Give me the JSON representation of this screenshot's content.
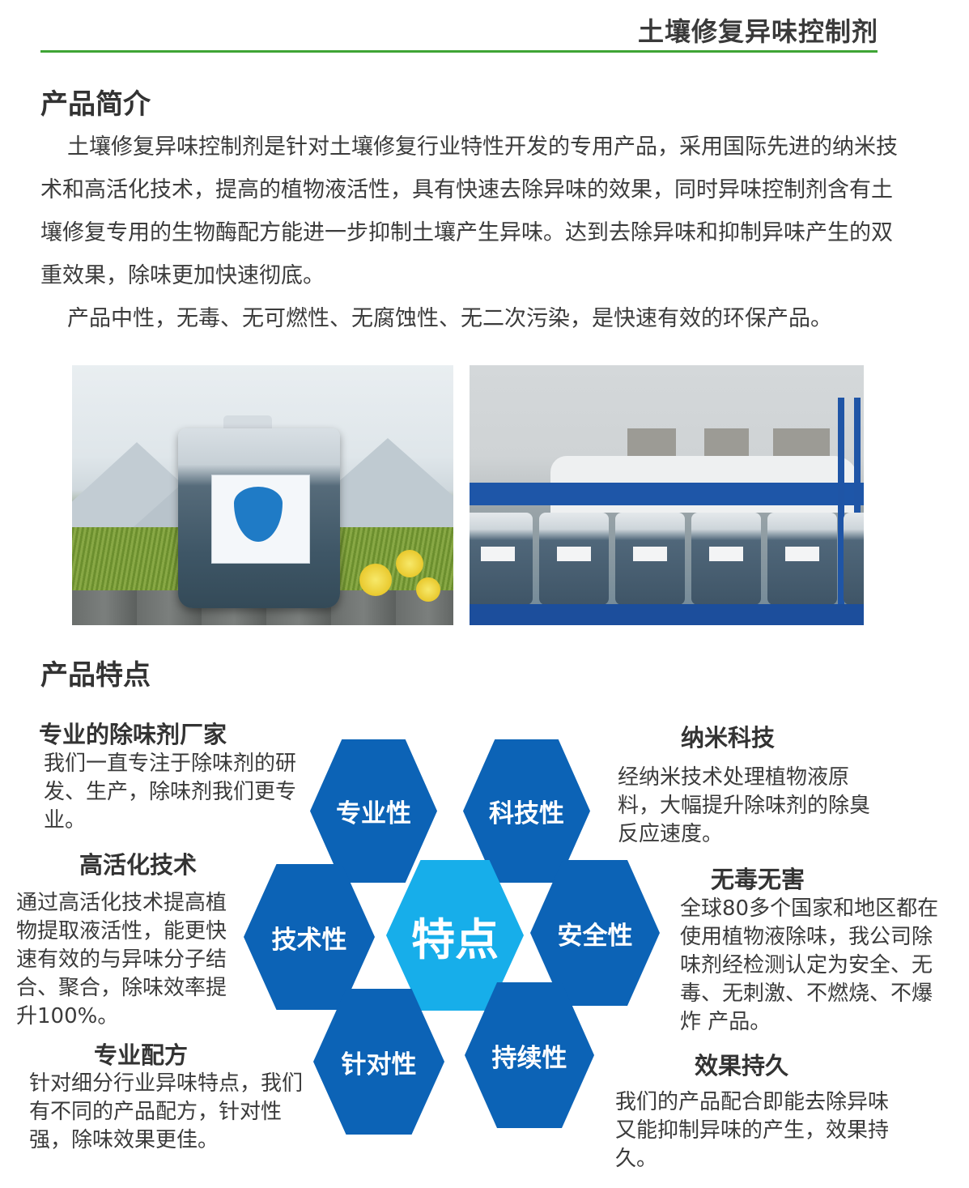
{
  "page_title": "土壤修复异味控制剂",
  "intro": {
    "heading": "产品简介",
    "paragraph1": "土壤修复异味控制剂是针对土壤修复行业特性开发的专用产品，采用国际先进的纳米技术和高活化技术，提高的植物液活性，具有快速去除异味的效果，同时异味控制剂含有土壤修复专用的生物酶配方能进一步抑制土壤产生异味。达到去除异味和抑制异味产生的双重效果，除味更加快速彻底。",
    "paragraph2": "产品中性，无毒、无可燃性、无腐蚀性、无二次污染，是快速有效的环保产品。"
  },
  "photos": {
    "product": "product-jug-photo",
    "truck": "truck-load-photo"
  },
  "features": {
    "heading": "产品特点",
    "center_label": "特点",
    "hexagons": [
      "专业性",
      "科技性",
      "技术性",
      "安全性",
      "针对性",
      "持续性"
    ],
    "items": [
      {
        "title": "专业的除味剂厂家",
        "desc": "我们一直专注于除味剂的研发、生产，除味剂我们更专业。"
      },
      {
        "title": "纳米科技",
        "desc": "经纳米技术处理植物液原料，大幅提升除味剂的除臭反应速度。"
      },
      {
        "title": "高活化技术",
        "desc": "通过高活化技术提高植物提取液活性，能更快速有效的与异味分子结合、聚合，除味效率提升100%。"
      },
      {
        "title": "无毒无害",
        "desc": "全球80多个国家和地区都在使用植物液除味，我公司除味剂经检测认定为安全、无毒、无刺激、不燃烧、不爆炸 产品。"
      },
      {
        "title": "专业配方",
        "desc": "针对细分行业异味特点，我们有不同的产品配方，针对性强，除味效果更佳。"
      },
      {
        "title": "效果持久",
        "desc": "我们的产品配合即能去除异味又能抑制异味的产生，效果持久。"
      }
    ]
  },
  "colors": {
    "accent_green": "#3fa535",
    "hex_dark_blue": "#0c63b6",
    "hex_light_blue": "#17aeea"
  }
}
